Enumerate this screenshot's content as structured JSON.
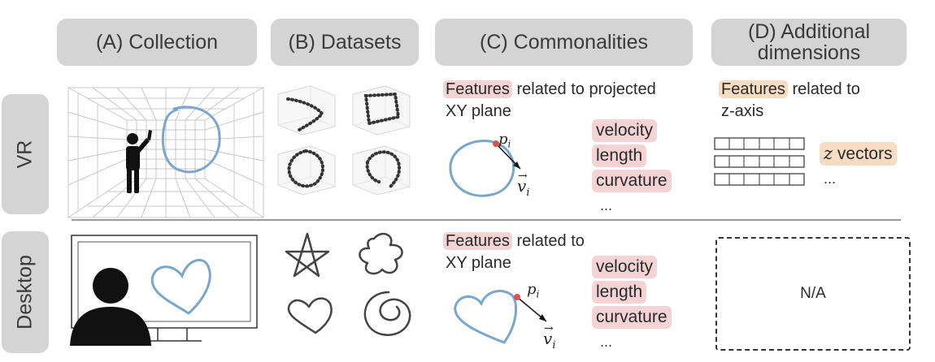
{
  "headers": {
    "a": "(A) Collection",
    "b": "(B) Datasets",
    "c": "(C) Commonalities",
    "d1": "(D) Additional",
    "d2": "dimensions"
  },
  "rows": {
    "vr": "VR",
    "desktop": "Desktop"
  },
  "vr": {
    "features_word": "Features",
    "features_rest": " related to projected",
    "features_line2": "XY plane",
    "point_label": "p",
    "point_sub": "i",
    "vector_label": "v",
    "vector_sub": "i",
    "tags": [
      "velocity",
      "length",
      "curvature"
    ],
    "ellipsis": "...",
    "d_features_word": "Features",
    "d_features_rest": " related to",
    "d_features_line2": "z-axis",
    "z_var": "z",
    "z_rest": " vectors",
    "d_ellipsis": "..."
  },
  "desktop": {
    "features_word": "Features",
    "features_rest": " related to",
    "features_line2": "XY plane",
    "point_label": "p",
    "point_sub": "i",
    "vector_label": "v",
    "vector_sub": "i",
    "tags": [
      "velocity",
      "length",
      "curvature"
    ],
    "ellipsis": "...",
    "na": "N/A"
  },
  "colors": {
    "header_bg": "#d4d4d4",
    "stroke_blue": "#7ba6cc",
    "feature_highlight": "#f3d3d3",
    "zaxis_highlight": "#f7dcc4",
    "point_red": "#d9534f"
  }
}
